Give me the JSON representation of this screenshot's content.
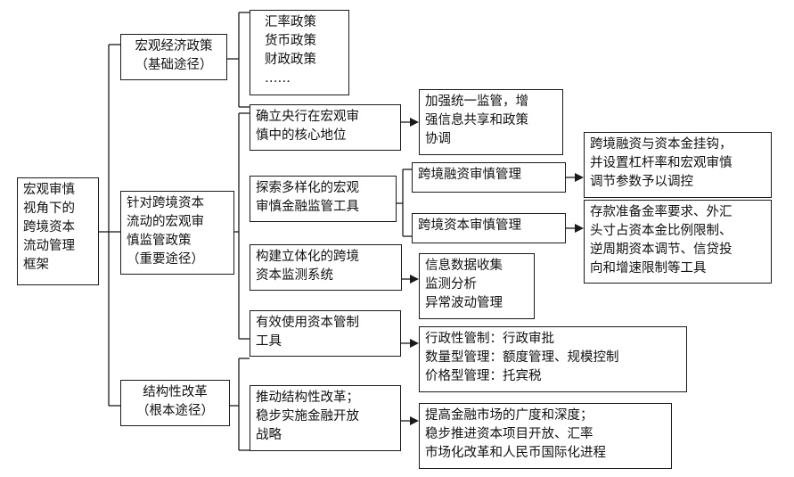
{
  "root": "宏观审慎\n视角下的\n跨境资本\n流动管理\n框架",
  "level1": {
    "macro": "宏观经济政策\n（基础途径）",
    "macroprudential": "针对跨境资本\n流动的宏观审\n慎监管政策\n（重要途径）",
    "structural": "结构性改革\n（根本途径）"
  },
  "macro_policies": "汇率政策\n货币政策\n财政政策\n……",
  "level2": {
    "central_bank": "确立央行在宏观审\n慎中的核心地位",
    "tools": "探索多样化的宏观\n审慎金融监管工具",
    "monitoring": "构建立体化的跨境\n资本监测系统",
    "controls": "有效使用资本管制\n工具",
    "reform": "推动结构性改革；\n稳步实施金融开放\n战略"
  },
  "tools_sub": {
    "financing": "跨境融资审慎管理",
    "capital": "跨境资本审慎管理"
  },
  "details": {
    "central_bank": "加强统一监管，增\n强信息共享和政策\n协调",
    "financing": "跨境融资与资本金挂钩，\n并设置杠杆率和宏观审慎\n调节参数予以调控",
    "capital": "存款准备金率要求、外汇\n头寸占资本金比例限制、\n逆周期资本调节、信贷投\n向和增速限制等工具",
    "monitoring": "信息数据收集\n监测分析\n异常波动管理",
    "controls": "行政性管制：行政审批\n数量型管理：额度管理、规模控制\n价格型管理：托宾税",
    "reform": "提高金融市场的广度和深度；\n稳步推进资本项目开放、汇率\n市场化改革和人民币国际化进程"
  }
}
